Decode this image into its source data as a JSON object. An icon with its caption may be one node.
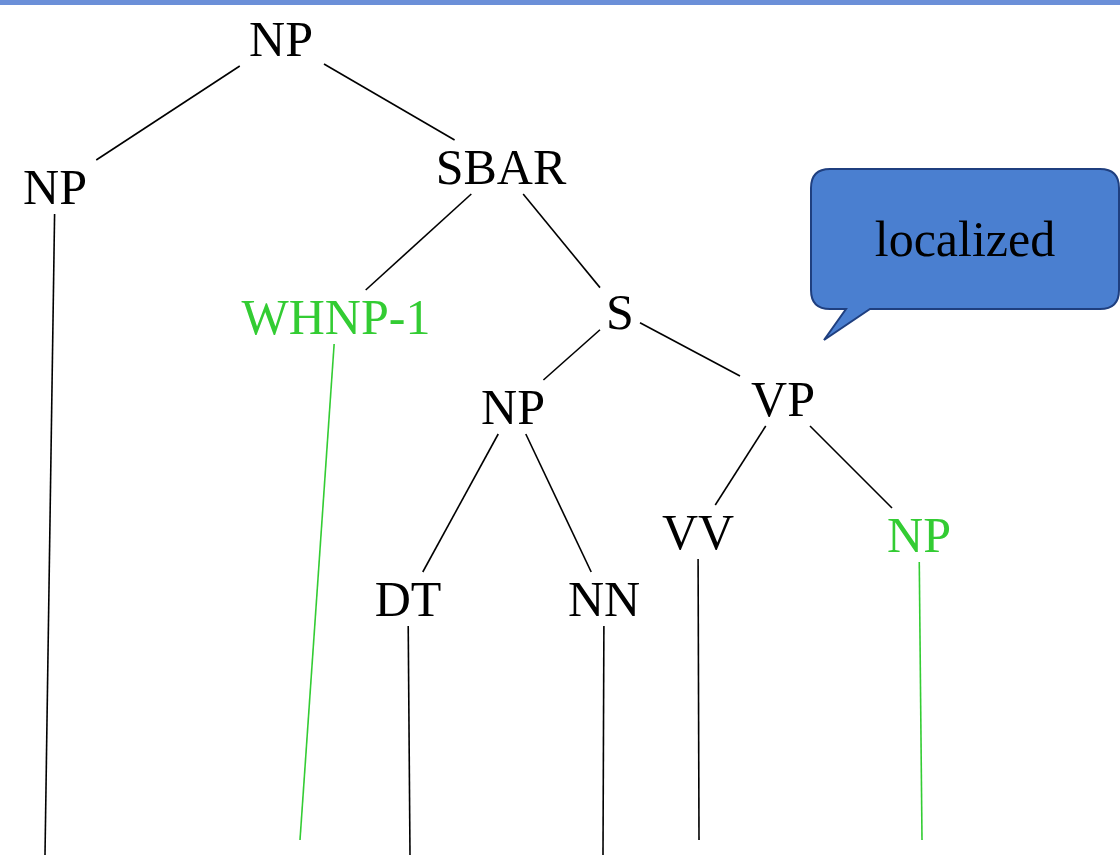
{
  "diagram": {
    "nodes": [
      {
        "text": [
          "NP"
        ]
      },
      {
        "text": [
          "NP"
        ]
      },
      {
        "text": [
          "SBAR"
        ]
      },
      {
        "text": [
          "WHNP-1"
        ]
      },
      {
        "text": [
          "S"
        ]
      },
      {
        "text": [
          "NP"
        ]
      },
      {
        "text": [
          "VP"
        ]
      },
      {
        "text": [
          "DT"
        ]
      },
      {
        "text": [
          "NN"
        ]
      },
      {
        "text": [
          "VV"
        ]
      },
      {
        "text": [
          "NP"
        ]
      },
      {
        "text": [
          "localized"
        ]
      }
    ],
    "edges": [
      {
        "from": 0,
        "to": 1,
        "arrow": "none"
      },
      {
        "from": 0,
        "to": 2,
        "arrow": "none"
      },
      {
        "from": 2,
        "to": 3,
        "arrow": "none"
      },
      {
        "from": 2,
        "to": 4,
        "arrow": "none"
      },
      {
        "from": 4,
        "to": 5,
        "arrow": "none"
      },
      {
        "from": 4,
        "to": 6,
        "arrow": "none"
      },
      {
        "from": 5,
        "to": 7,
        "arrow": "none"
      },
      {
        "from": 5,
        "to": 8,
        "arrow": "none"
      },
      {
        "from": 6,
        "to": 9,
        "arrow": "none"
      },
      {
        "from": 6,
        "to": 10,
        "arrow": "none"
      },
      {
        "from": 1,
        "to": null,
        "arrow": "none"
      },
      {
        "from": 3,
        "to": null,
        "arrow": "none",
        "color": "#33cc33"
      },
      {
        "from": 7,
        "to": null,
        "arrow": "none"
      },
      {
        "from": 8,
        "to": null,
        "arrow": "none"
      },
      {
        "from": 9,
        "to": null,
        "arrow": "none"
      },
      {
        "from": 10,
        "to": null,
        "arrow": "none",
        "color": "#33cc33"
      }
    ]
  }
}
